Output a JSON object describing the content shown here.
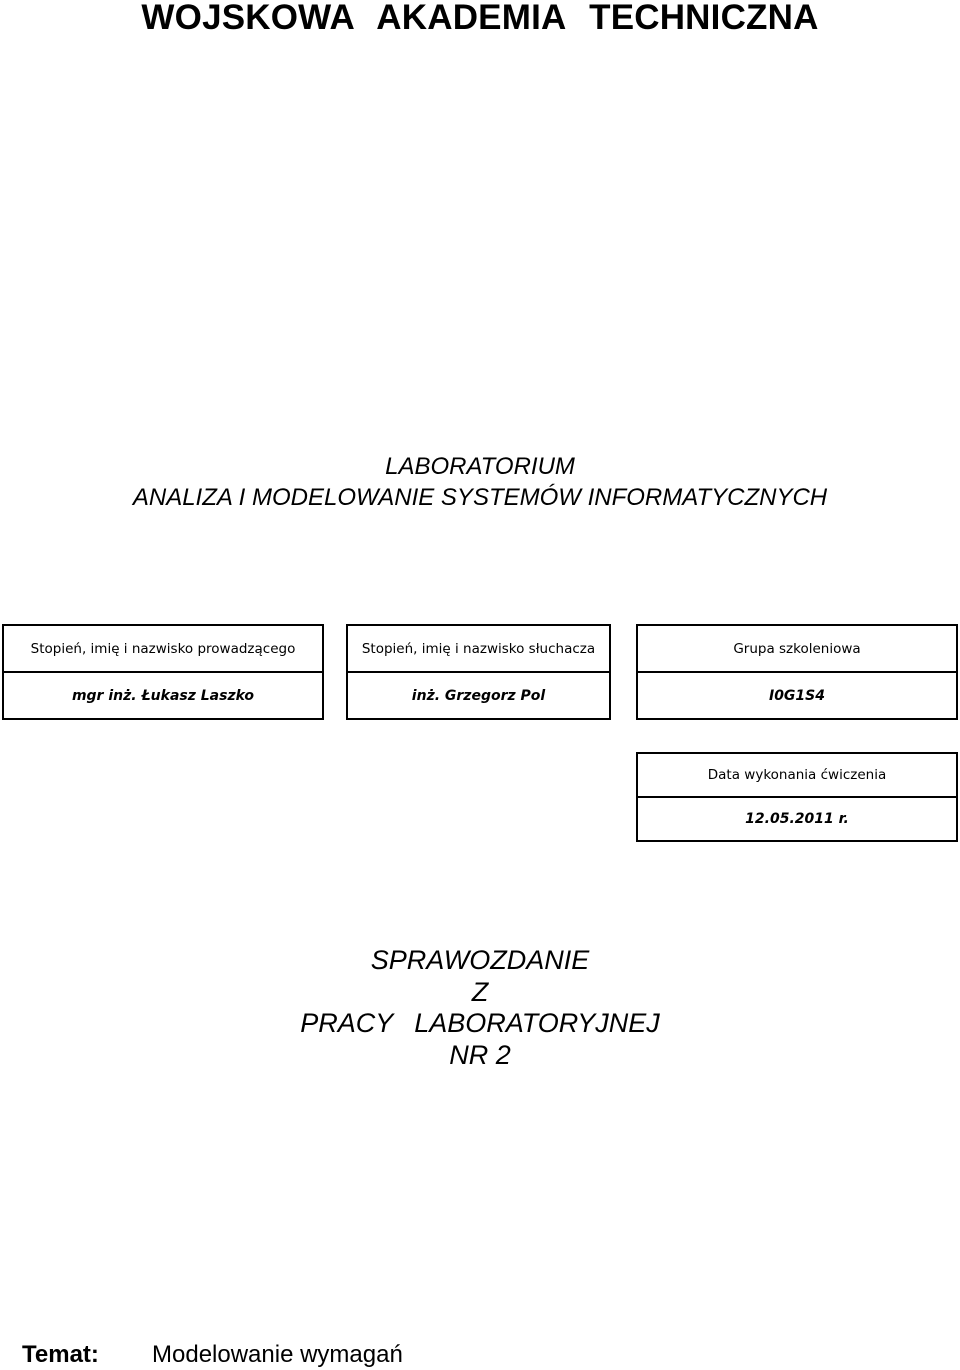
{
  "header": {
    "university": "WOJSKOWA   AKADEMIA   TECHNICZNA"
  },
  "laboratory": {
    "line1": "LABORATORIUM",
    "line2": "ANALIZA I MODELOWANIE SYSTEMÓW INFORMATYCZNYCH"
  },
  "info_table": {
    "lecturer": {
      "label": "Stopień, imię i nazwisko prowadzącego",
      "value": "mgr inż. Łukasz Laszko"
    },
    "student": {
      "label": "Stopień, imię i nazwisko słuchacza",
      "value": "inż. Grzegorz Pol"
    },
    "group": {
      "label": "Grupa szkoleniowa",
      "value": "I0G1S4"
    },
    "date": {
      "label": "Data wykonania ćwiczenia",
      "value": "12.05.2011 r."
    }
  },
  "report": {
    "line1": "SPRAWOZDANIE",
    "line2": "Z",
    "line3": "PRACY   LABORATORYJNEJ",
    "line4": "NR 2"
  },
  "topic": {
    "label": "Temat:",
    "value": "Modelowanie wymagań"
  }
}
